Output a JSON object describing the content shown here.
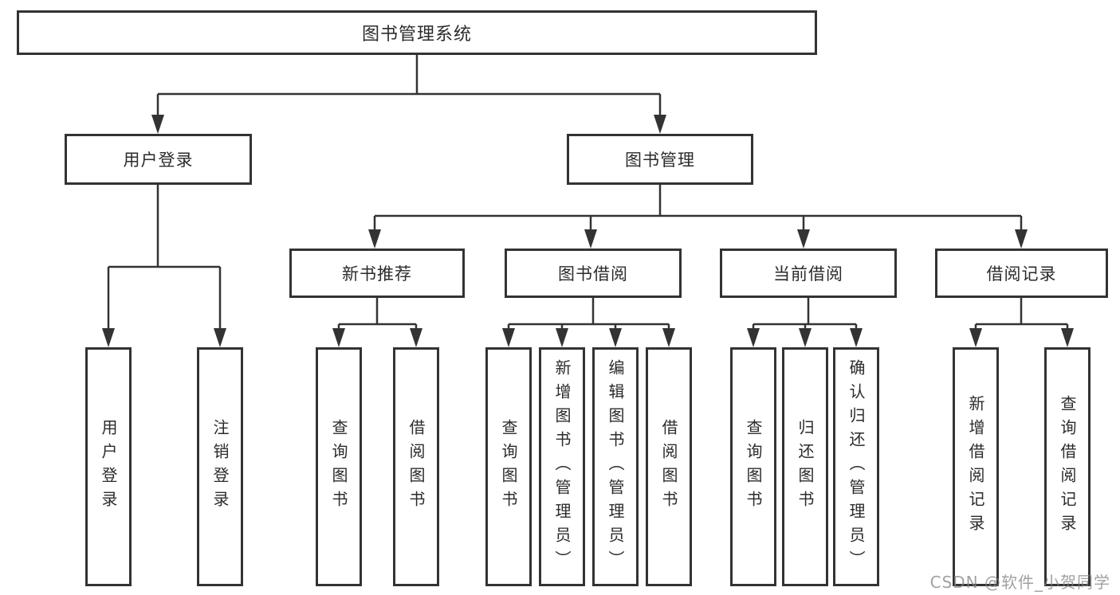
{
  "diagram": {
    "root": {
      "label": "图书管理系统"
    },
    "branches": [
      {
        "label": "用户登录",
        "children": [
          {
            "label": "用户登录"
          },
          {
            "label": "注销登录"
          }
        ]
      },
      {
        "label": "图书管理",
        "children": [
          {
            "label": "新书推荐",
            "children": [
              {
                "label": "查询图书"
              },
              {
                "label": "借阅图书"
              }
            ]
          },
          {
            "label": "图书借阅",
            "children": [
              {
                "label": "查询图书"
              },
              {
                "label": "新增图书（管理员）"
              },
              {
                "label": "编辑图书（管理员）"
              },
              {
                "label": "借阅图书"
              }
            ]
          },
          {
            "label": "当前借阅",
            "children": [
              {
                "label": "查询图书"
              },
              {
                "label": "归还图书"
              },
              {
                "label": "确认归还（管理员）"
              }
            ]
          },
          {
            "label": "借阅记录",
            "children": [
              {
                "label": "新增借阅记录"
              },
              {
                "label": "查询借阅记录"
              }
            ]
          }
        ]
      }
    ]
  },
  "watermark": {
    "text": "CSDN @软件_小贺同学"
  },
  "colors": {
    "line": "#333333",
    "border": "#333333",
    "text": "#2b2b2b",
    "background": "#ffffff",
    "watermark": "#828282"
  }
}
